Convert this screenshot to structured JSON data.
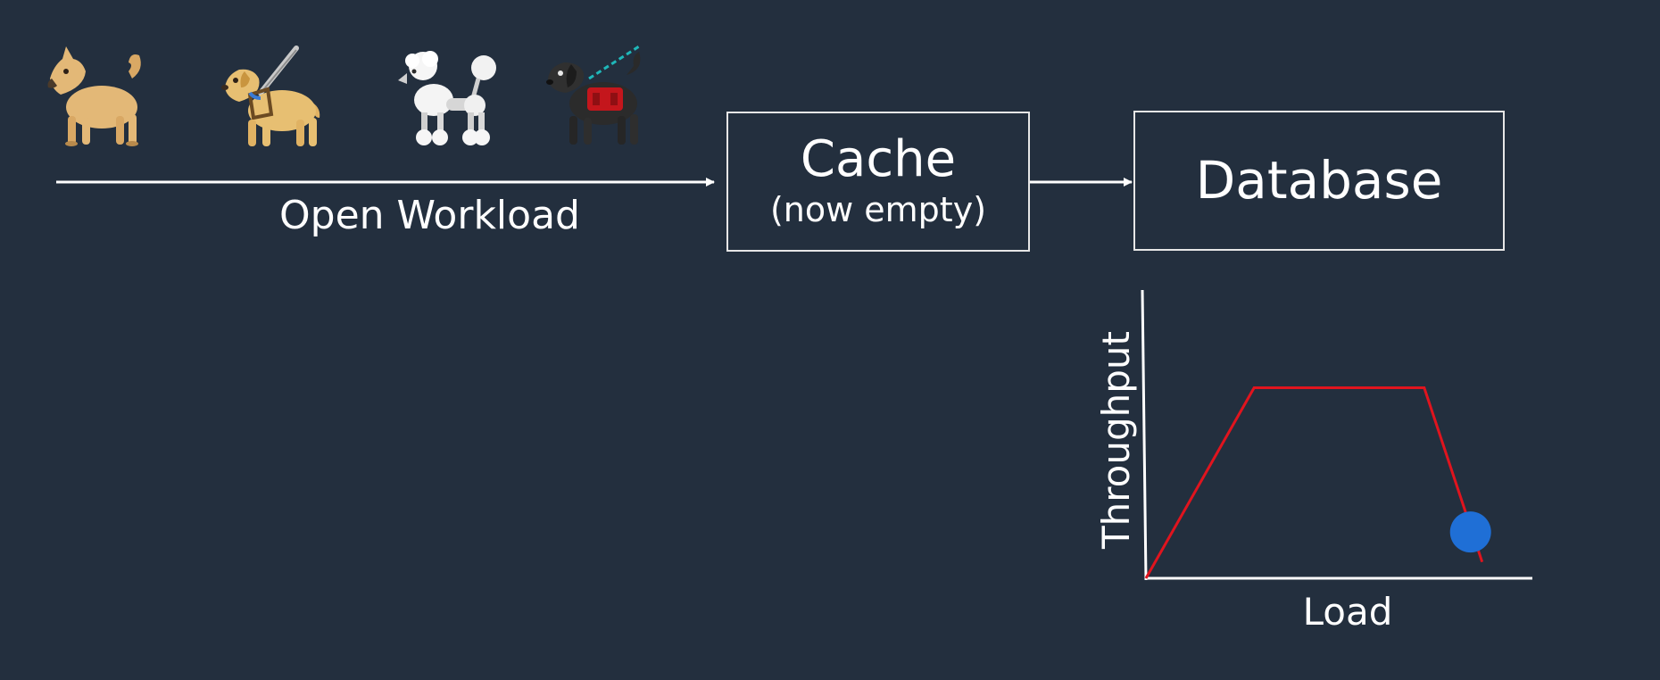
{
  "workload": {
    "label": "Open Workload",
    "icons": [
      "dog-icon",
      "guide-dog-icon",
      "poodle-icon",
      "service-dog-icon"
    ]
  },
  "cache": {
    "title": "Cache",
    "subtitle": "(now empty)"
  },
  "database": {
    "title": "Database"
  },
  "chart_data": {
    "type": "line",
    "title": "",
    "xlabel": "Load",
    "ylabel": "Throughput",
    "xlim": [
      0,
      100
    ],
    "ylim": [
      0,
      100
    ],
    "grid": false,
    "series": [
      {
        "x": [
          0,
          28,
          72,
          87
        ],
        "y": [
          0,
          70,
          70,
          6
        ],
        "color": "#e0141e"
      }
    ],
    "marker": {
      "x": 84,
      "y": 17,
      "color": "#1f6fd6"
    }
  },
  "colors": {
    "background": "#232f3e",
    "foreground": "#ffffff",
    "line": "#e0141e",
    "marker": "#1f6fd6"
  }
}
